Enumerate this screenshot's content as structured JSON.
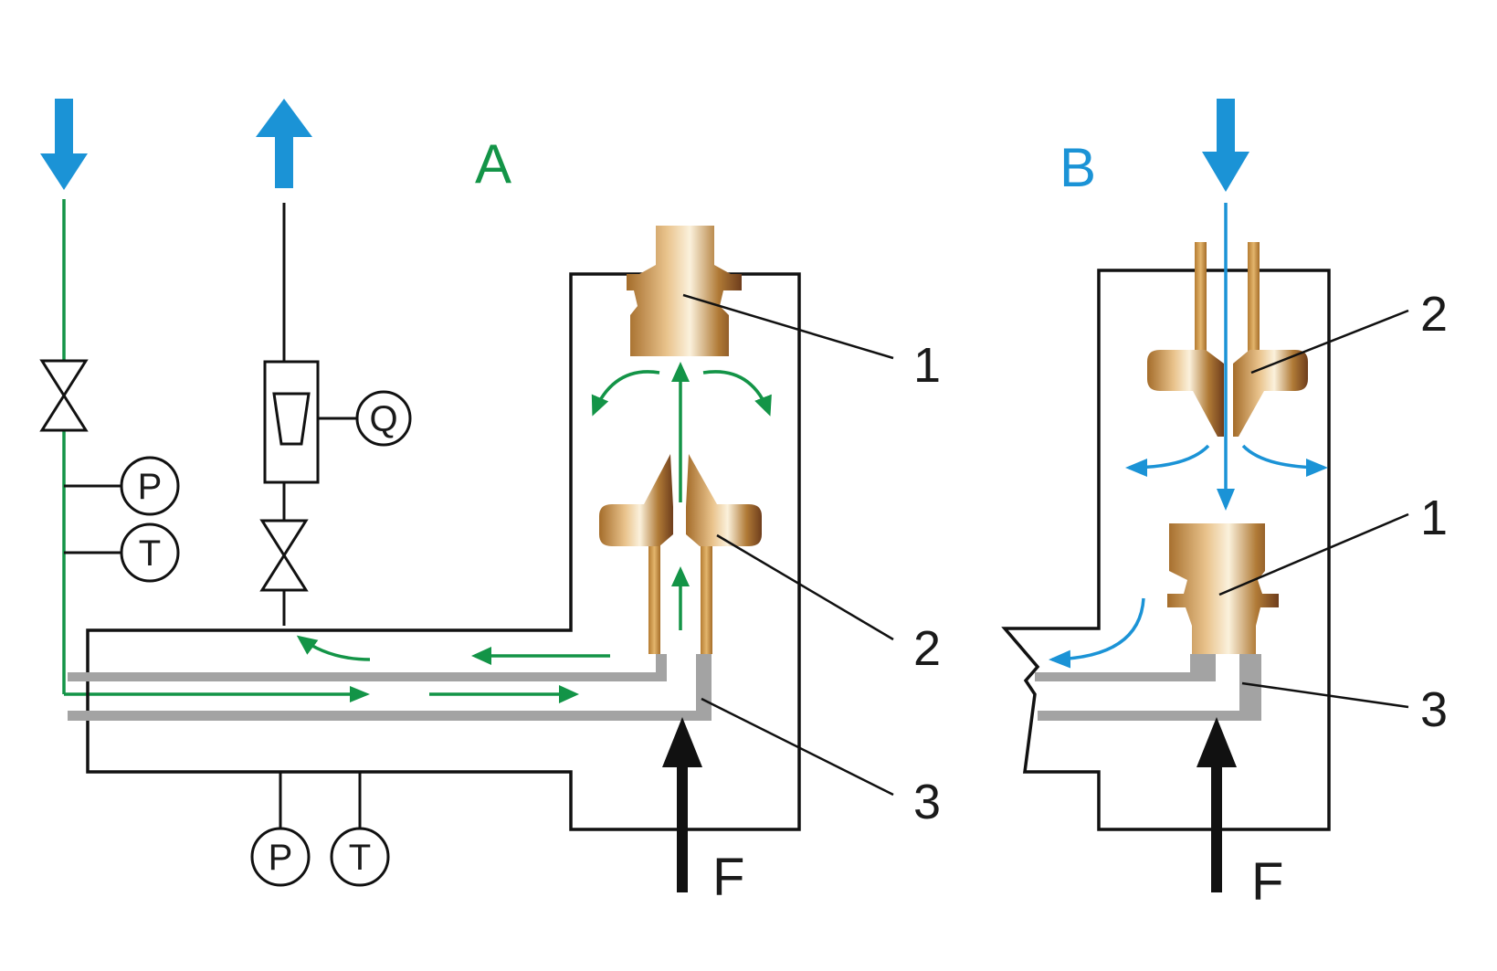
{
  "panels": {
    "a": {
      "label": "A",
      "color": "#139447"
    },
    "b": {
      "label": "B",
      "color": "#1b93d6"
    }
  },
  "callouts": {
    "a_part1": "1",
    "a_part2": "2",
    "a_part3": "3",
    "b_part1": "1",
    "b_part2": "2",
    "b_part3": "3"
  },
  "instruments": {
    "supply_pressure": "P",
    "supply_temperature": "T",
    "flow_meter": "Q",
    "chamber_pressure": "P",
    "chamber_temperature": "T"
  },
  "force": {
    "a": "F",
    "b": "F"
  },
  "colors": {
    "flow_green": "#139447",
    "flow_blue": "#1b93d6",
    "brass": "#c8903f",
    "seal_gray": "#a3a3a3",
    "line": "#111111"
  }
}
